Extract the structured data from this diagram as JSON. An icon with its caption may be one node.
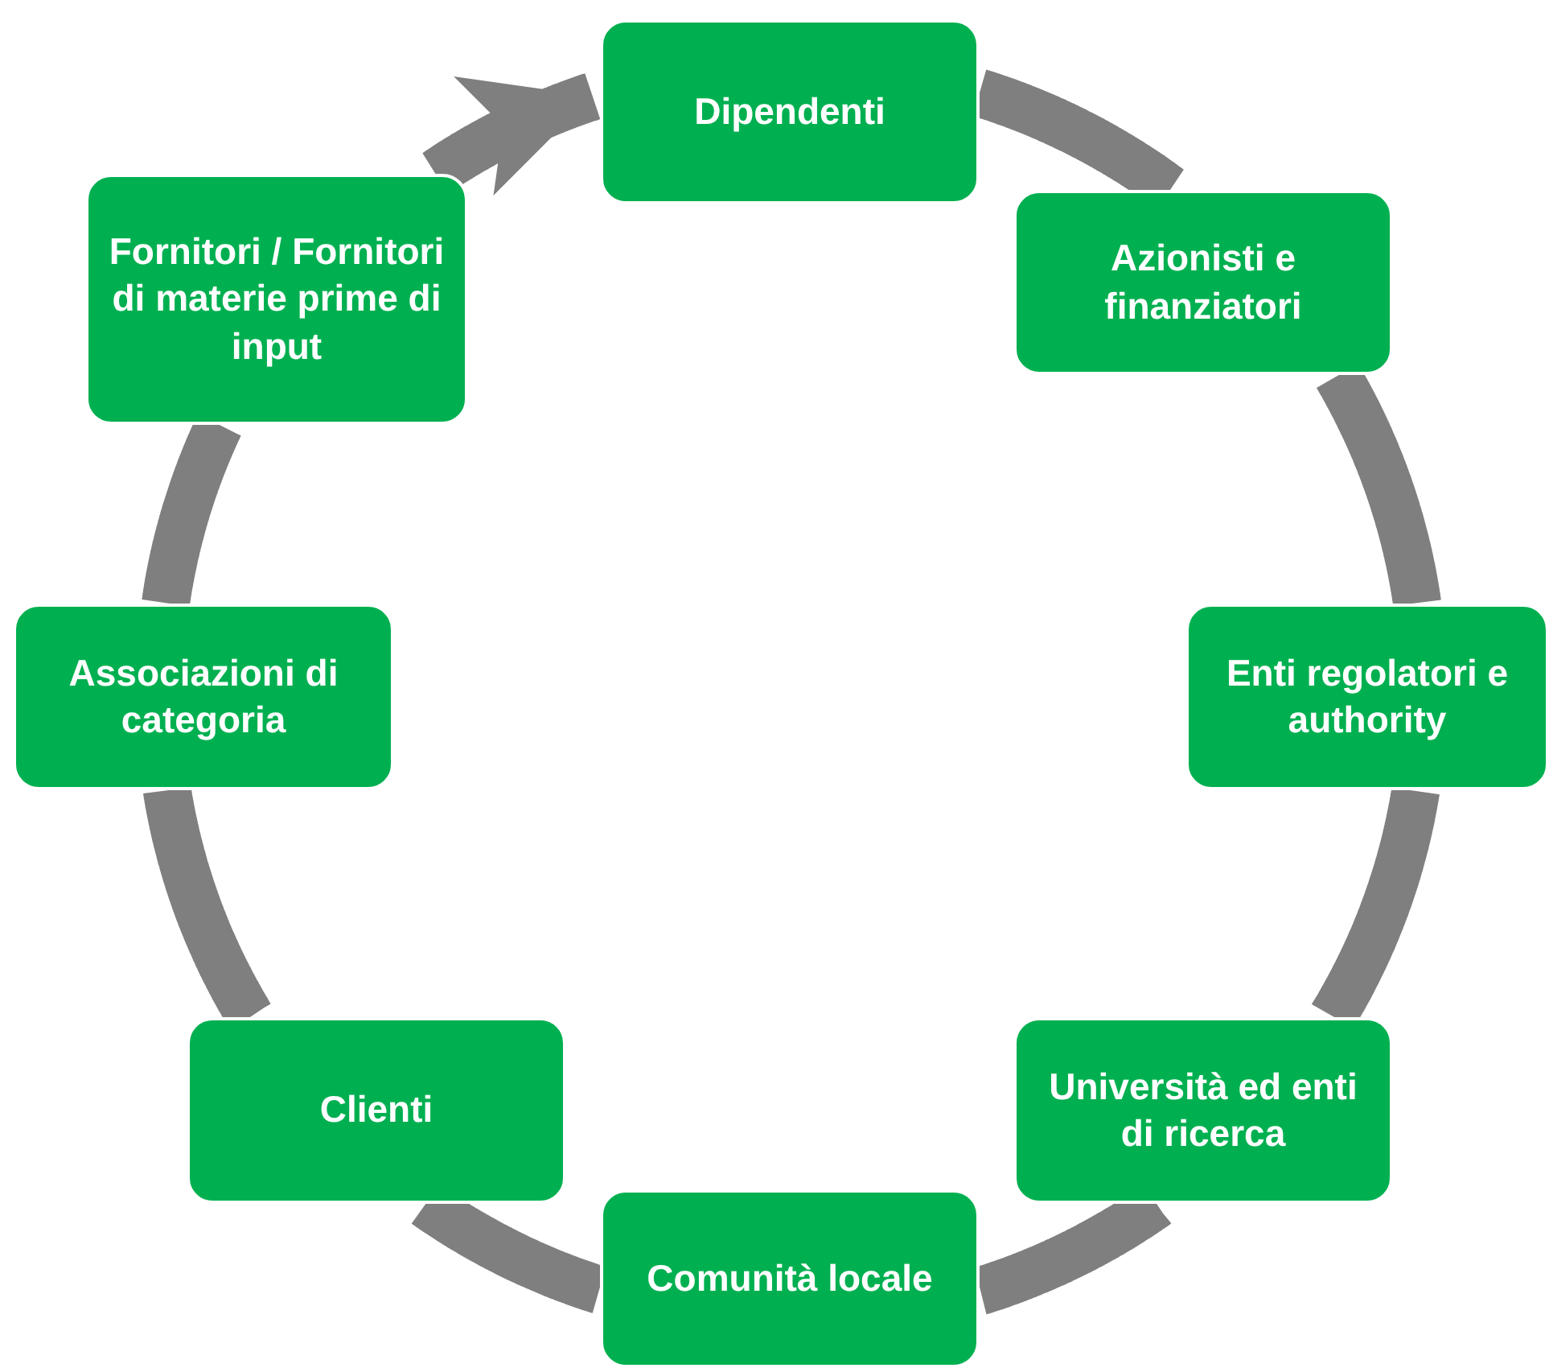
{
  "diagram": {
    "nodes": [
      {
        "text": [
          "Dipendenti"
        ]
      },
      {
        "text": [
          "Azionisti e finanziatori"
        ]
      },
      {
        "text": [
          "Enti regolatori e authority"
        ]
      },
      {
        "text": [
          "Università ed enti di ricerca"
        ]
      },
      {
        "text": [
          "Comunità locale"
        ]
      },
      {
        "text": [
          "Clienti"
        ]
      },
      {
        "text": [
          "Associazioni di categoria"
        ]
      },
      {
        "text": [
          "Fornitori / Fornitori di materie prime di input"
        ]
      }
    ],
    "edges": [
      {
        "from": 0,
        "to": 1,
        "arrow": "none"
      },
      {
        "from": 1,
        "to": 2,
        "arrow": "none"
      },
      {
        "from": 2,
        "to": 3,
        "arrow": "none"
      },
      {
        "from": 3,
        "to": 4,
        "arrow": "none"
      },
      {
        "from": 4,
        "to": 5,
        "arrow": "none"
      },
      {
        "from": 5,
        "to": 6,
        "arrow": "none"
      },
      {
        "from": 6,
        "to": 7,
        "arrow": "none"
      },
      {
        "from": 7,
        "to": 0,
        "arrow": "to"
      }
    ]
  }
}
